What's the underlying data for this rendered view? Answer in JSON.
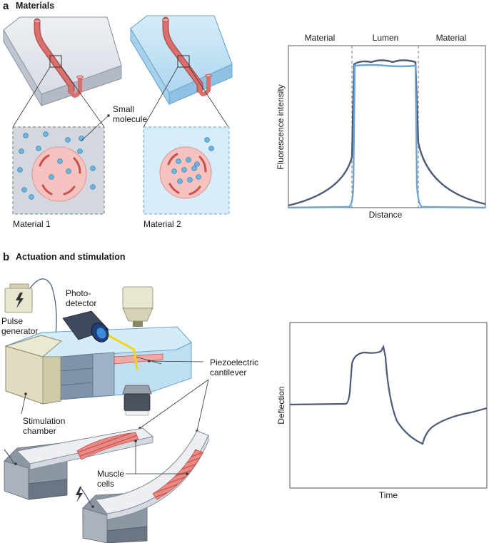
{
  "panel_a": {
    "letter": "a",
    "title": "Materials",
    "label_small_molecule_1": "Small",
    "label_small_molecule_2": "molecule",
    "label_material_1": "Material 1",
    "label_material_2": "Material 2",
    "plot": {
      "region_left": "Material",
      "region_middle": "Lumen",
      "region_right": "Material",
      "ylabel": "Fluorescence intensity",
      "xlabel": "Distance"
    }
  },
  "panel_b": {
    "letter": "b",
    "title": "Actuation and stimulation",
    "label_photo_1": "Photo-",
    "label_photo_2": "detector",
    "label_pulse_1": "Pulse",
    "label_pulse_2": "generator",
    "label_piezo_1": "Piezoelectric",
    "label_piezo_2": "cantilever",
    "label_stim_1": "Stimulation",
    "label_stim_2": "chamber",
    "label_muscle_1": "Muscle",
    "label_muscle_2": "cells",
    "plot": {
      "ylabel": "Deflection",
      "xlabel": "Time"
    }
  },
  "colors": {
    "material1": "#cfd4dd",
    "material2": "#bfe0f3",
    "channel": "#d9706e",
    "trace_dark": "#4a5a78",
    "trace_light": "#6fa3d2",
    "molecule": "#6cb7e0"
  }
}
